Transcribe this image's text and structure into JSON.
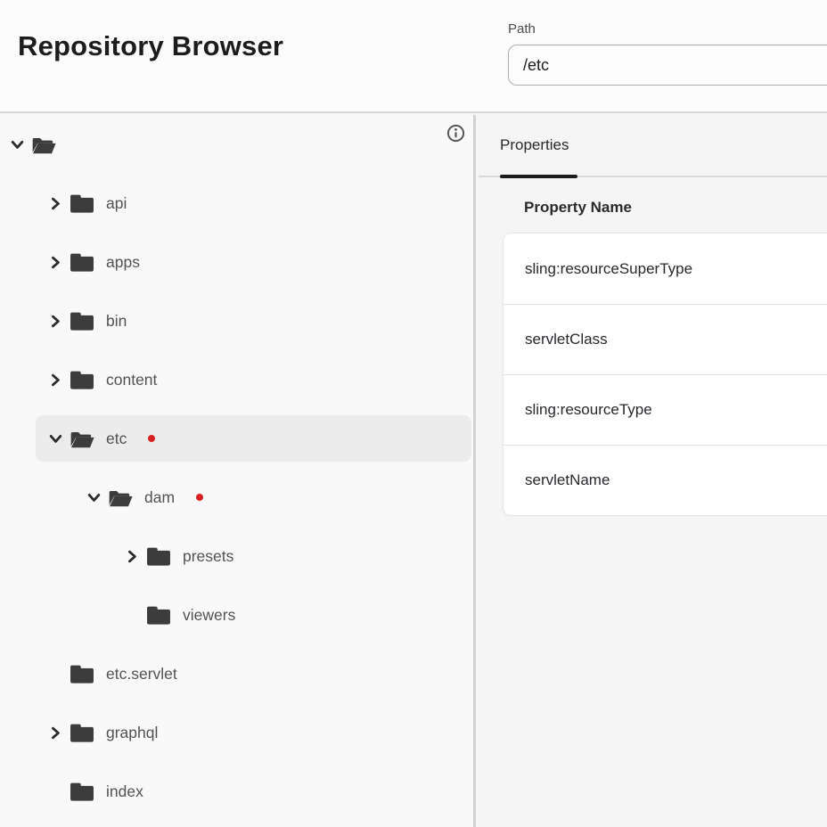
{
  "header": {
    "title": "Repository Browser",
    "path_label": "Path",
    "path_value": "/etc"
  },
  "tree": {
    "nodes": [
      {
        "name": "",
        "level": 0,
        "chevron": "down",
        "folder": "open",
        "selected": false,
        "dot": false
      },
      {
        "name": "api",
        "level": 1,
        "chevron": "right",
        "folder": "closed",
        "selected": false,
        "dot": false
      },
      {
        "name": "apps",
        "level": 1,
        "chevron": "right",
        "folder": "closed",
        "selected": false,
        "dot": false
      },
      {
        "name": "bin",
        "level": 1,
        "chevron": "right",
        "folder": "closed",
        "selected": false,
        "dot": false
      },
      {
        "name": "content",
        "level": 1,
        "chevron": "right",
        "folder": "closed",
        "selected": false,
        "dot": false
      },
      {
        "name": "etc",
        "level": 1,
        "chevron": "down",
        "folder": "open",
        "selected": true,
        "dot": true
      },
      {
        "name": "dam",
        "level": 2,
        "chevron": "down",
        "folder": "open",
        "selected": false,
        "dot": true
      },
      {
        "name": "presets",
        "level": 3,
        "chevron": "right",
        "folder": "closed",
        "selected": false,
        "dot": false
      },
      {
        "name": "viewers",
        "level": 3,
        "chevron": "none",
        "folder": "closed",
        "selected": false,
        "dot": false
      },
      {
        "name": "etc.servlet",
        "level": 1,
        "chevron": "none",
        "folder": "closed",
        "selected": false,
        "dot": false
      },
      {
        "name": "graphql",
        "level": 1,
        "chevron": "right",
        "folder": "closed",
        "selected": false,
        "dot": false
      },
      {
        "name": "index",
        "level": 1,
        "chevron": "none",
        "folder": "closed",
        "selected": false,
        "dot": false
      }
    ]
  },
  "properties_panel": {
    "tab_label": "Properties",
    "column_header": "Property Name",
    "rows": [
      "sling:resourceSuperType",
      "servletClass",
      "sling:resourceType",
      "servletName"
    ]
  },
  "icons": {
    "info": "info-icon",
    "chevron_right": "chevron-right-icon",
    "chevron_down": "chevron-down-icon",
    "folder_closed": "folder-icon",
    "folder_open": "folder-open-icon",
    "modified_dot": "modified-dot"
  },
  "colors": {
    "icon": "#3c3c3c",
    "tree_text": "#525252",
    "selection_bg": "#ececec",
    "modified_dot": "#d92121",
    "tab_indicator": "#1c1c1c",
    "panel_divider": "#d2d2d2",
    "card_bg": "#ffffff"
  }
}
